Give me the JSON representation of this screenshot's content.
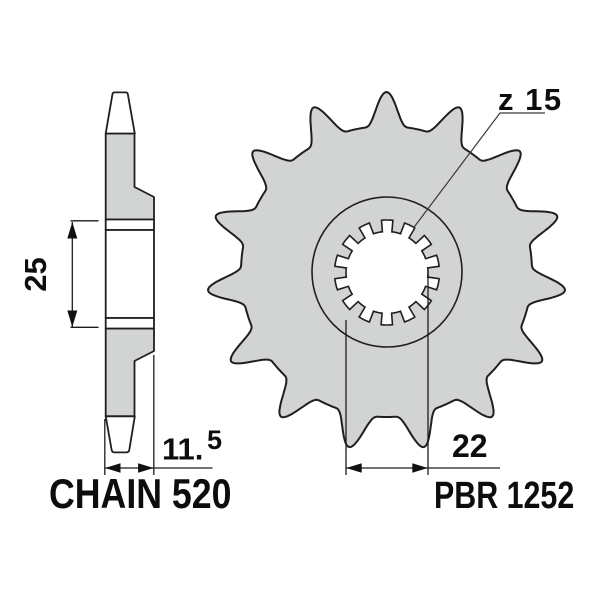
{
  "part": {
    "chain_label": "CHAIN 520",
    "part_number": "PBR 1252",
    "teeth_label": "z 15"
  },
  "dimensions": {
    "bore_diameter": "22",
    "hub_length": "25",
    "width_value": "11.5",
    "width_main": "11.",
    "width_superscript": "5"
  },
  "figure": {
    "sprocket_teeth": 15,
    "spline_teeth": 14
  },
  "colors": {
    "part_fill_gray": "#d2d3d3",
    "outline_black": "#1f1f1f",
    "text_black": "#0d0d0d",
    "background": "#ffffff"
  }
}
